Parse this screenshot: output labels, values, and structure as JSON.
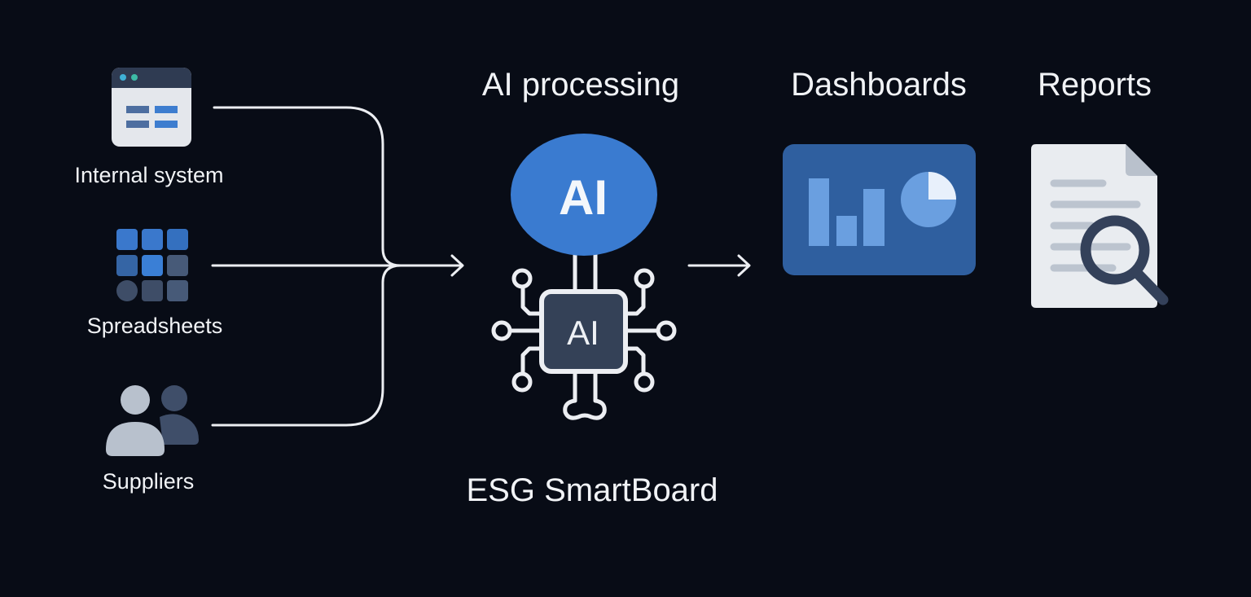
{
  "diagram": {
    "title": "ESG SmartBoard",
    "sources": [
      {
        "label": "Internal system",
        "icon": "browser-window-icon"
      },
      {
        "label": "Spreadsheets",
        "icon": "grid-icon"
      },
      {
        "label": "Suppliers",
        "icon": "users-icon"
      }
    ],
    "processing": {
      "heading": "AI processing",
      "badge_text": "AI",
      "chip_text": "AI",
      "caption": "ESG SmartBoard"
    },
    "outputs": [
      {
        "heading": "Dashboards",
        "icon": "dashboard-chart-icon"
      },
      {
        "heading": "Reports",
        "icon": "report-search-icon"
      }
    ],
    "colors": {
      "background": "#080c16",
      "accent_blue": "#3a7bd0",
      "dashboard_panel": "#2f5f9f",
      "dashboard_marks": "#6a9fe0",
      "chip_fill": "#344157",
      "line": "#eceef2"
    }
  }
}
